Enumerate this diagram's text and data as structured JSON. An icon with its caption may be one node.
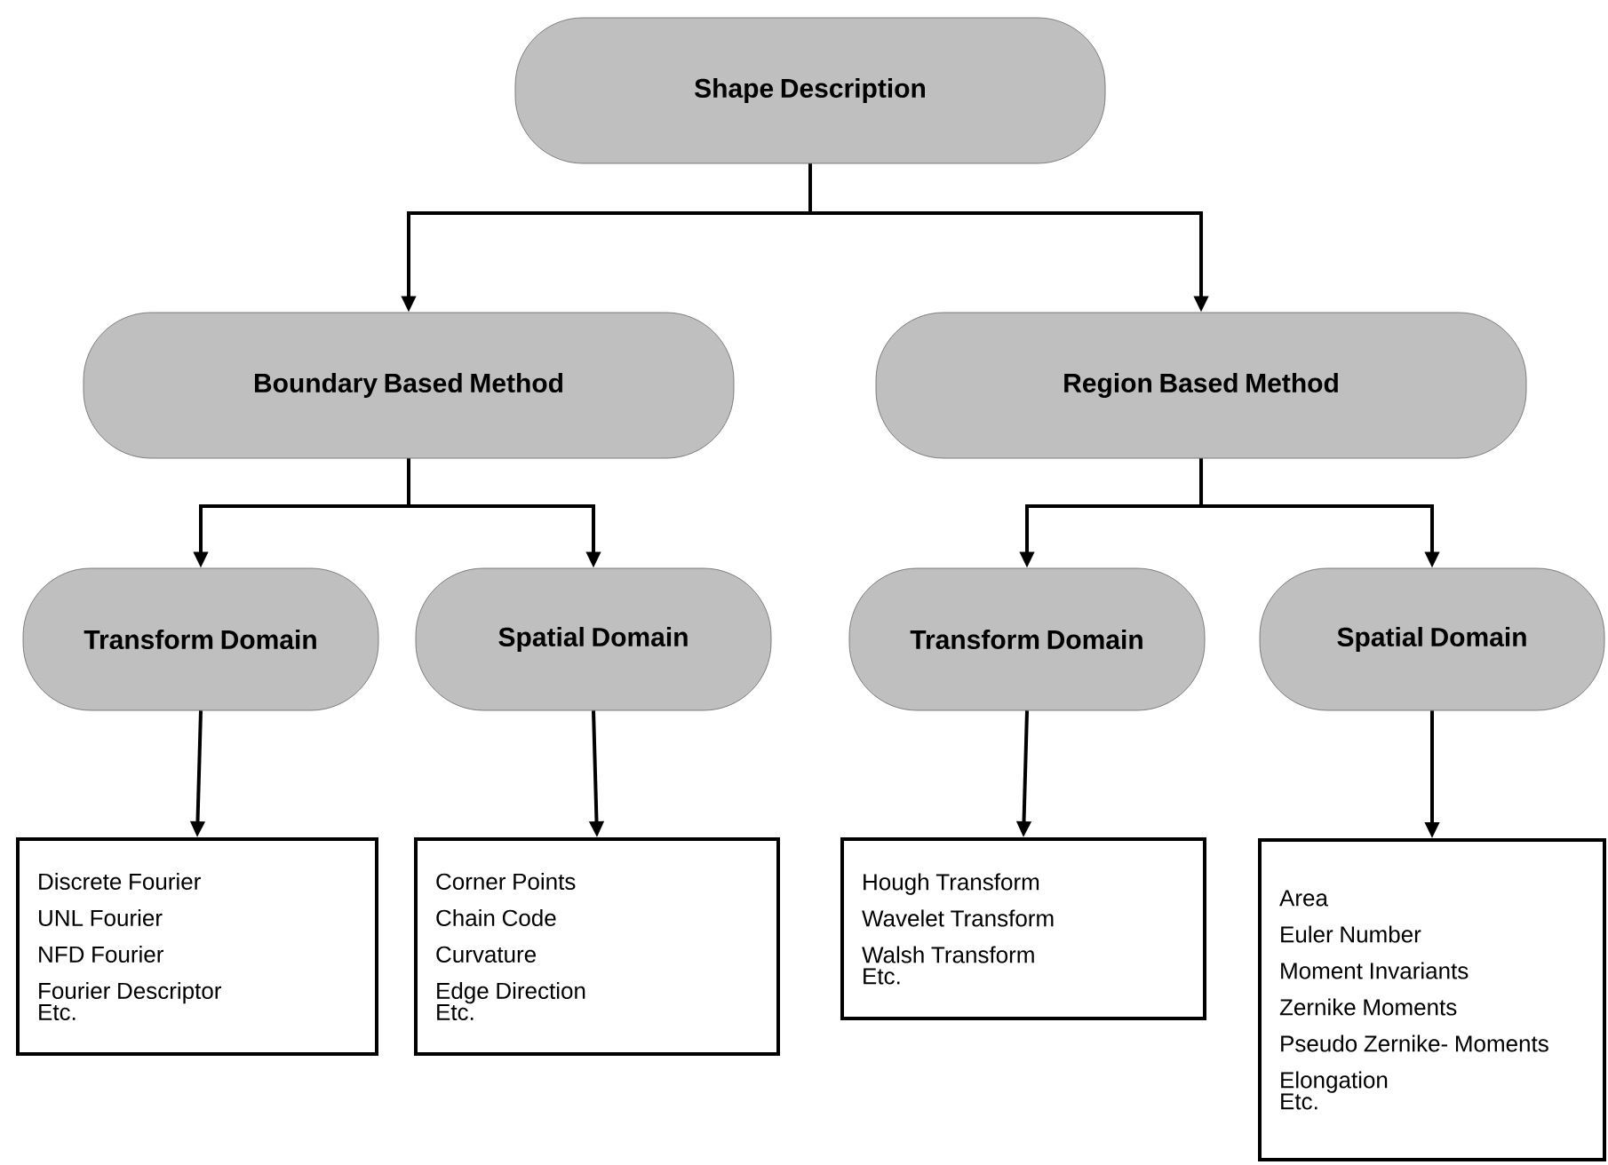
{
  "diagram": {
    "nodes": [
      {
        "text": [
          "Shape Description"
        ]
      },
      {
        "text": [
          "Boundary Based Method"
        ]
      },
      {
        "text": [
          "Region Based Method"
        ]
      },
      {
        "text": [
          "Transform Domain"
        ]
      },
      {
        "text": [
          "Spatial Domain"
        ]
      },
      {
        "text": [
          "Transform Domain"
        ]
      },
      {
        "text": [
          "Spatial Domain"
        ]
      },
      {
        "text": [
          "Discrete Fourier",
          "UNL Fourier",
          "NFD Fourier",
          "Fourier Descriptor",
          "Etc."
        ]
      },
      {
        "text": [
          "Corner Points",
          "Chain Code",
          "Curvature",
          "Edge Direction",
          "Etc."
        ]
      },
      {
        "text": [
          "Hough Transform",
          "Wavelet Transform",
          "Walsh Transform",
          "Etc."
        ]
      },
      {
        "text": [
          "Area",
          "Euler Number",
          "Moment Invariants",
          "Zernike Moments",
          "Pseudo Zernike- Moments",
          "Elongation",
          "Etc."
        ]
      }
    ],
    "edges": [
      {
        "from": 0,
        "to": 1,
        "arrow": "to"
      },
      {
        "from": 0,
        "to": 2,
        "arrow": "to"
      },
      {
        "from": 1,
        "to": 3,
        "arrow": "to"
      },
      {
        "from": 1,
        "to": 4,
        "arrow": "to"
      },
      {
        "from": 2,
        "to": 5,
        "arrow": "to"
      },
      {
        "from": 2,
        "to": 6,
        "arrow": "to"
      },
      {
        "from": 3,
        "to": 7,
        "arrow": "to"
      },
      {
        "from": 4,
        "to": 8,
        "arrow": "to"
      },
      {
        "from": 5,
        "to": 9,
        "arrow": "to"
      },
      {
        "from": 6,
        "to": 10,
        "arrow": "to"
      }
    ]
  }
}
